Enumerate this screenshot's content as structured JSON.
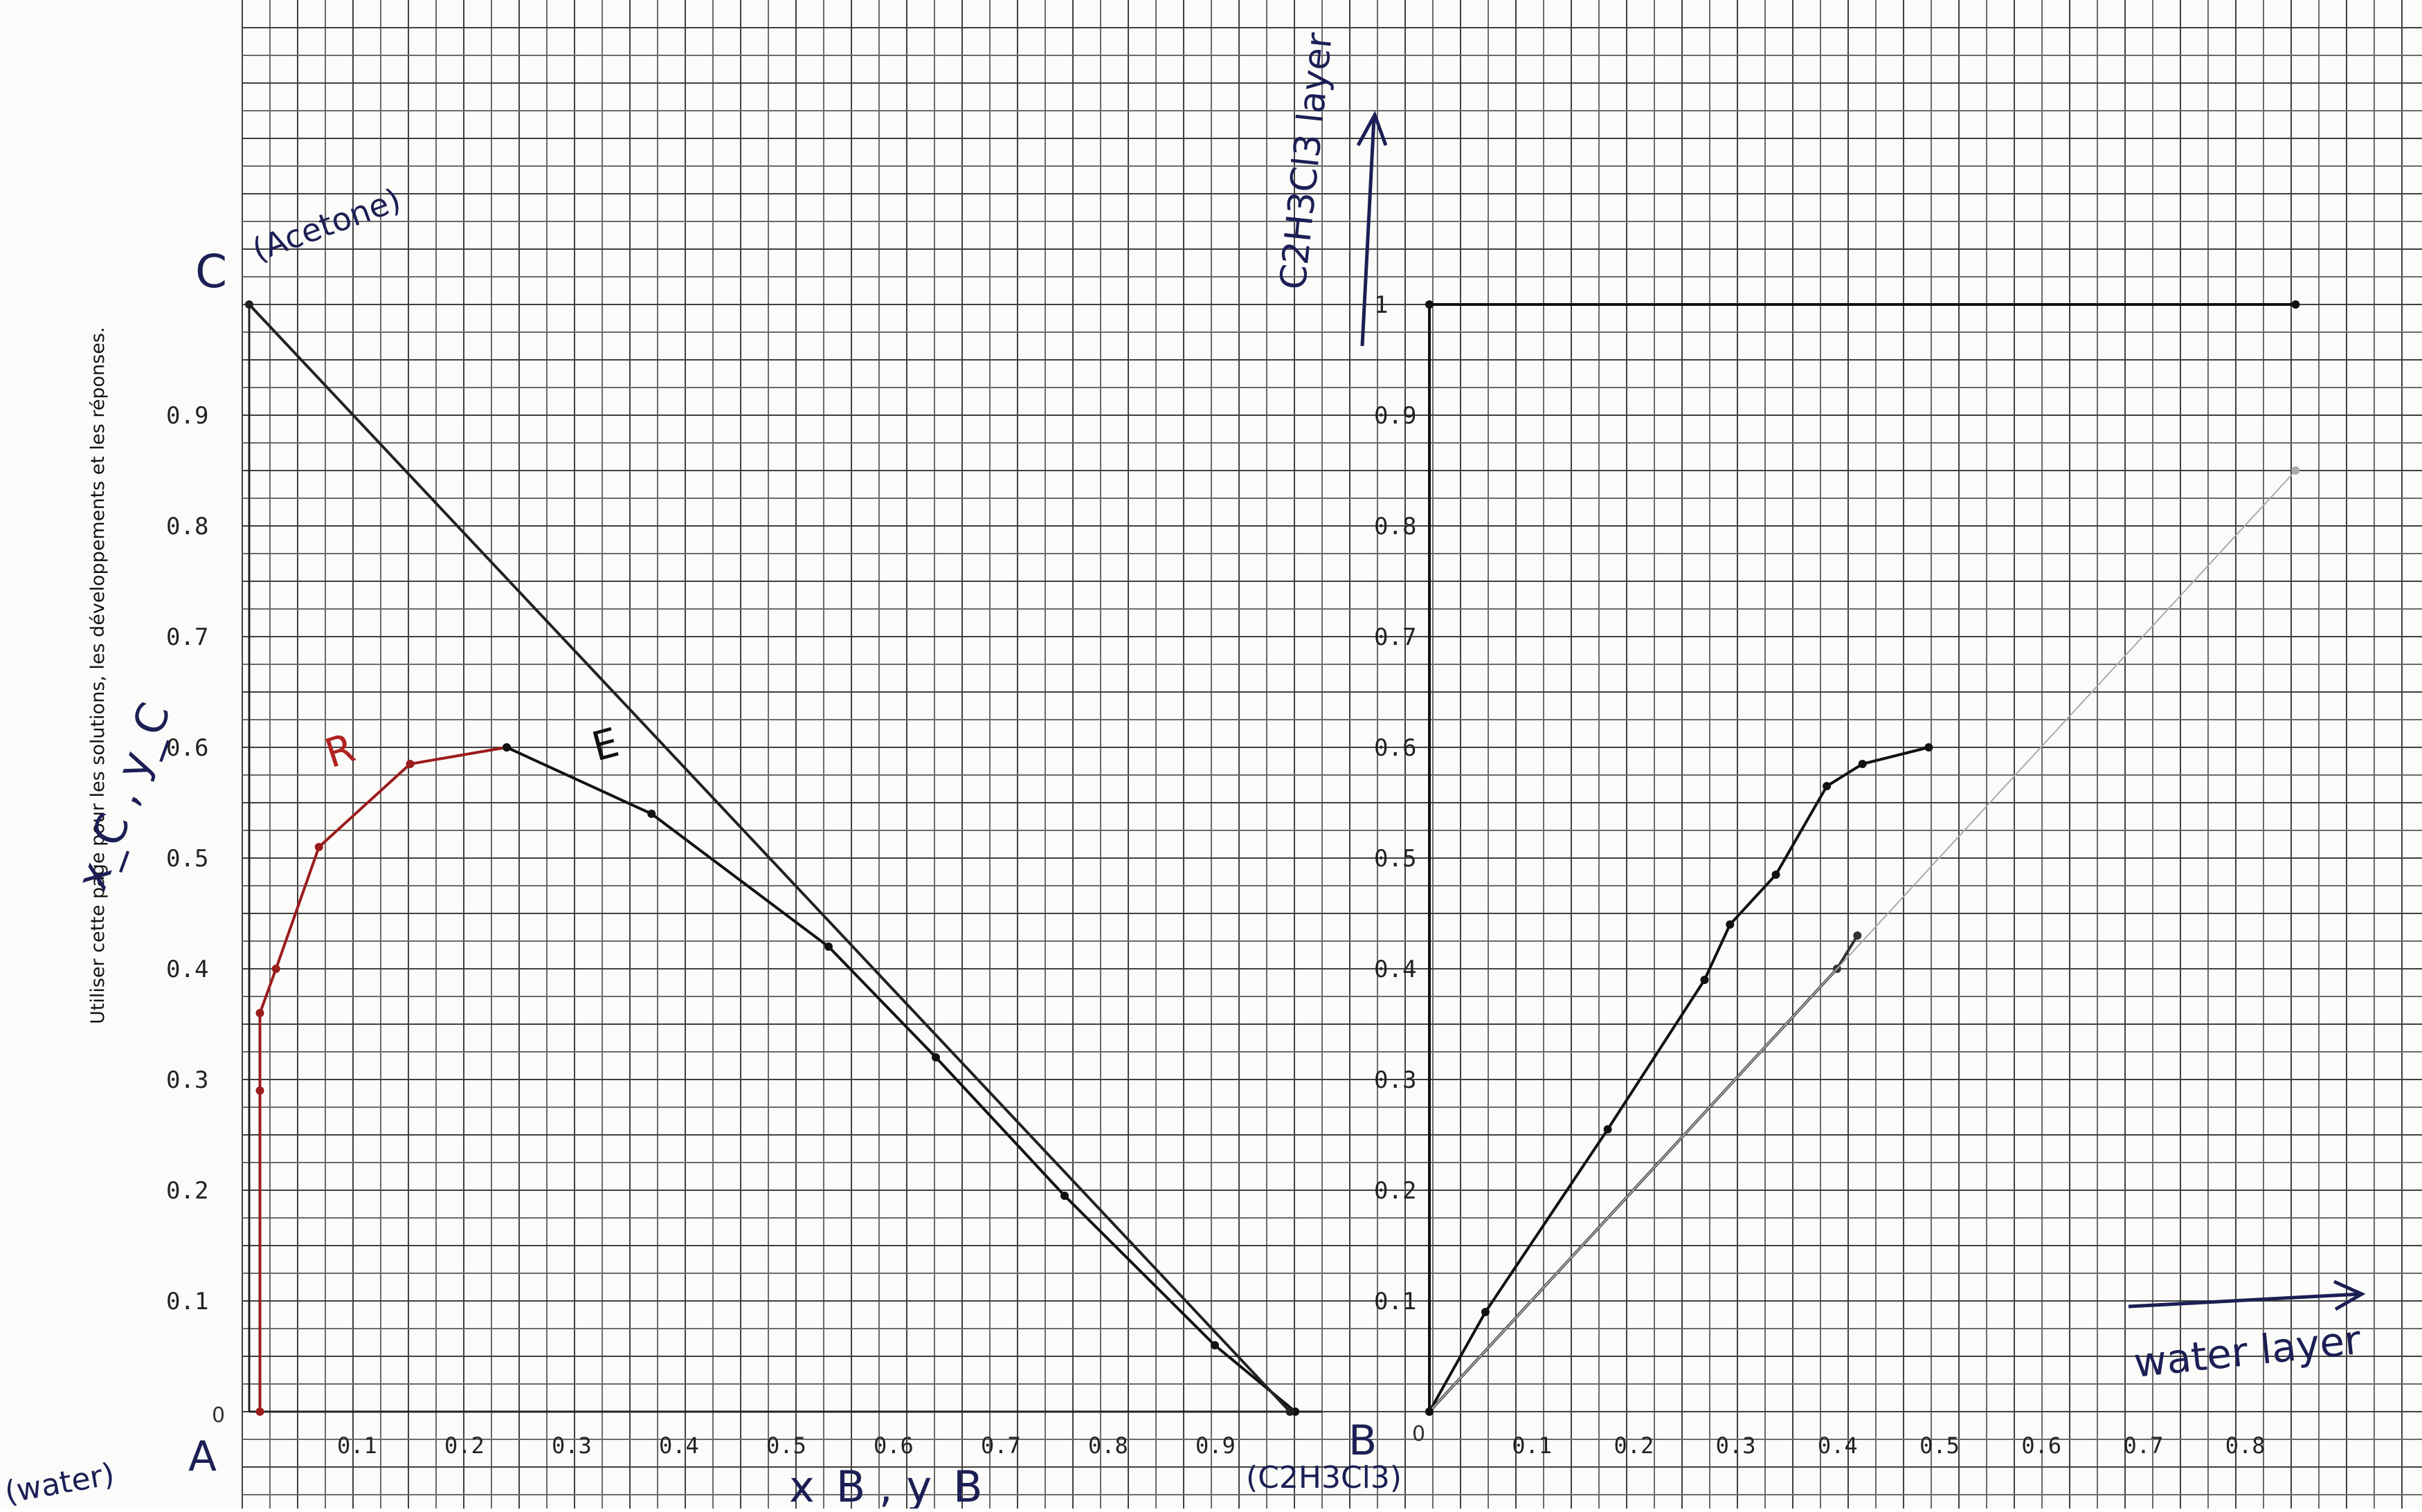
{
  "margin_note": "Utiliser cette page pour les solutions, les développements et les réponses.",
  "chart_data": [
    {
      "type": "line",
      "title": "",
      "grid": true,
      "xlabel": "x_B , y_B",
      "ylabel": "x_C , y_C",
      "xlim": [
        0,
        1
      ],
      "ylim": [
        0,
        1
      ],
      "xticks": [
        "0.1",
        "0.2",
        "0.3",
        "0.4",
        "0.5",
        "0.6",
        "0.7",
        "0.8",
        "0.9"
      ],
      "yticks": [
        "0.1",
        "0.2",
        "0.3",
        "0.4",
        "0.5",
        "0.6",
        "0.7",
        "0.8",
        "0.9"
      ],
      "origin_label": "0",
      "vertex_labels": {
        "A": "A",
        "A_note": "(water)",
        "B": "B",
        "B_note": "(C2H3Cl3)",
        "C": "C",
        "C_note": "(Acetone)"
      },
      "series": [
        {
          "name": "R",
          "color": "#9b1c1c",
          "x": [
            0.01,
            0.01,
            0.01,
            0.025,
            0.065,
            0.15,
            0.24
          ],
          "y": [
            0,
            0.29,
            0.36,
            0.4,
            0.51,
            0.585,
            0.6
          ]
        },
        {
          "name": "E",
          "color": "#111111",
          "x": [
            0.24,
            0.375,
            0.54,
            0.64,
            0.76,
            0.9,
            0.975
          ],
          "y": [
            0.6,
            0.54,
            0.42,
            0.32,
            0.195,
            0.06,
            0
          ]
        },
        {
          "name": "",
          "color": "#222222",
          "x": [
            0,
            0.97
          ],
          "y": [
            1,
            0
          ]
        }
      ]
    },
    {
      "type": "line",
      "title": "",
      "grid": true,
      "xlabel": "water layer",
      "ylabel": "C2H3Cl3 layer",
      "xlim": [
        0,
        0.9
      ],
      "ylim": [
        0,
        1
      ],
      "xticks": [
        "0.1",
        "0.2",
        "0.3",
        "0.4",
        "0.5",
        "0.6",
        "0.7",
        "0.8"
      ],
      "yticks": [
        "0.1",
        "0.2",
        "0.3",
        "0.4",
        "0.5",
        "0.6",
        "0.7",
        "0.8",
        "0.9",
        "1"
      ],
      "origin_label": "0",
      "series": [
        {
          "name": "",
          "color": "#111111",
          "x": [
            0,
            0.055,
            0.175,
            0.27,
            0.295,
            0.34,
            0.39,
            0.425,
            0.49
          ],
          "y": [
            0,
            0.09,
            0.255,
            0.39,
            0.44,
            0.485,
            0.565,
            0.585,
            0.6
          ]
        },
        {
          "name": "",
          "color": "#333333",
          "x": [
            0,
            0.4,
            0.42
          ],
          "y": [
            0,
            0.4,
            0.43
          ]
        },
        {
          "name": "",
          "color": "#aaaaaa",
          "x": [
            0,
            0.85
          ],
          "y": [
            0,
            0.85
          ]
        },
        {
          "name": "",
          "color": "#111111",
          "x": [
            0,
            0,
            0.85
          ],
          "y": [
            0,
            1,
            1
          ]
        }
      ]
    }
  ]
}
